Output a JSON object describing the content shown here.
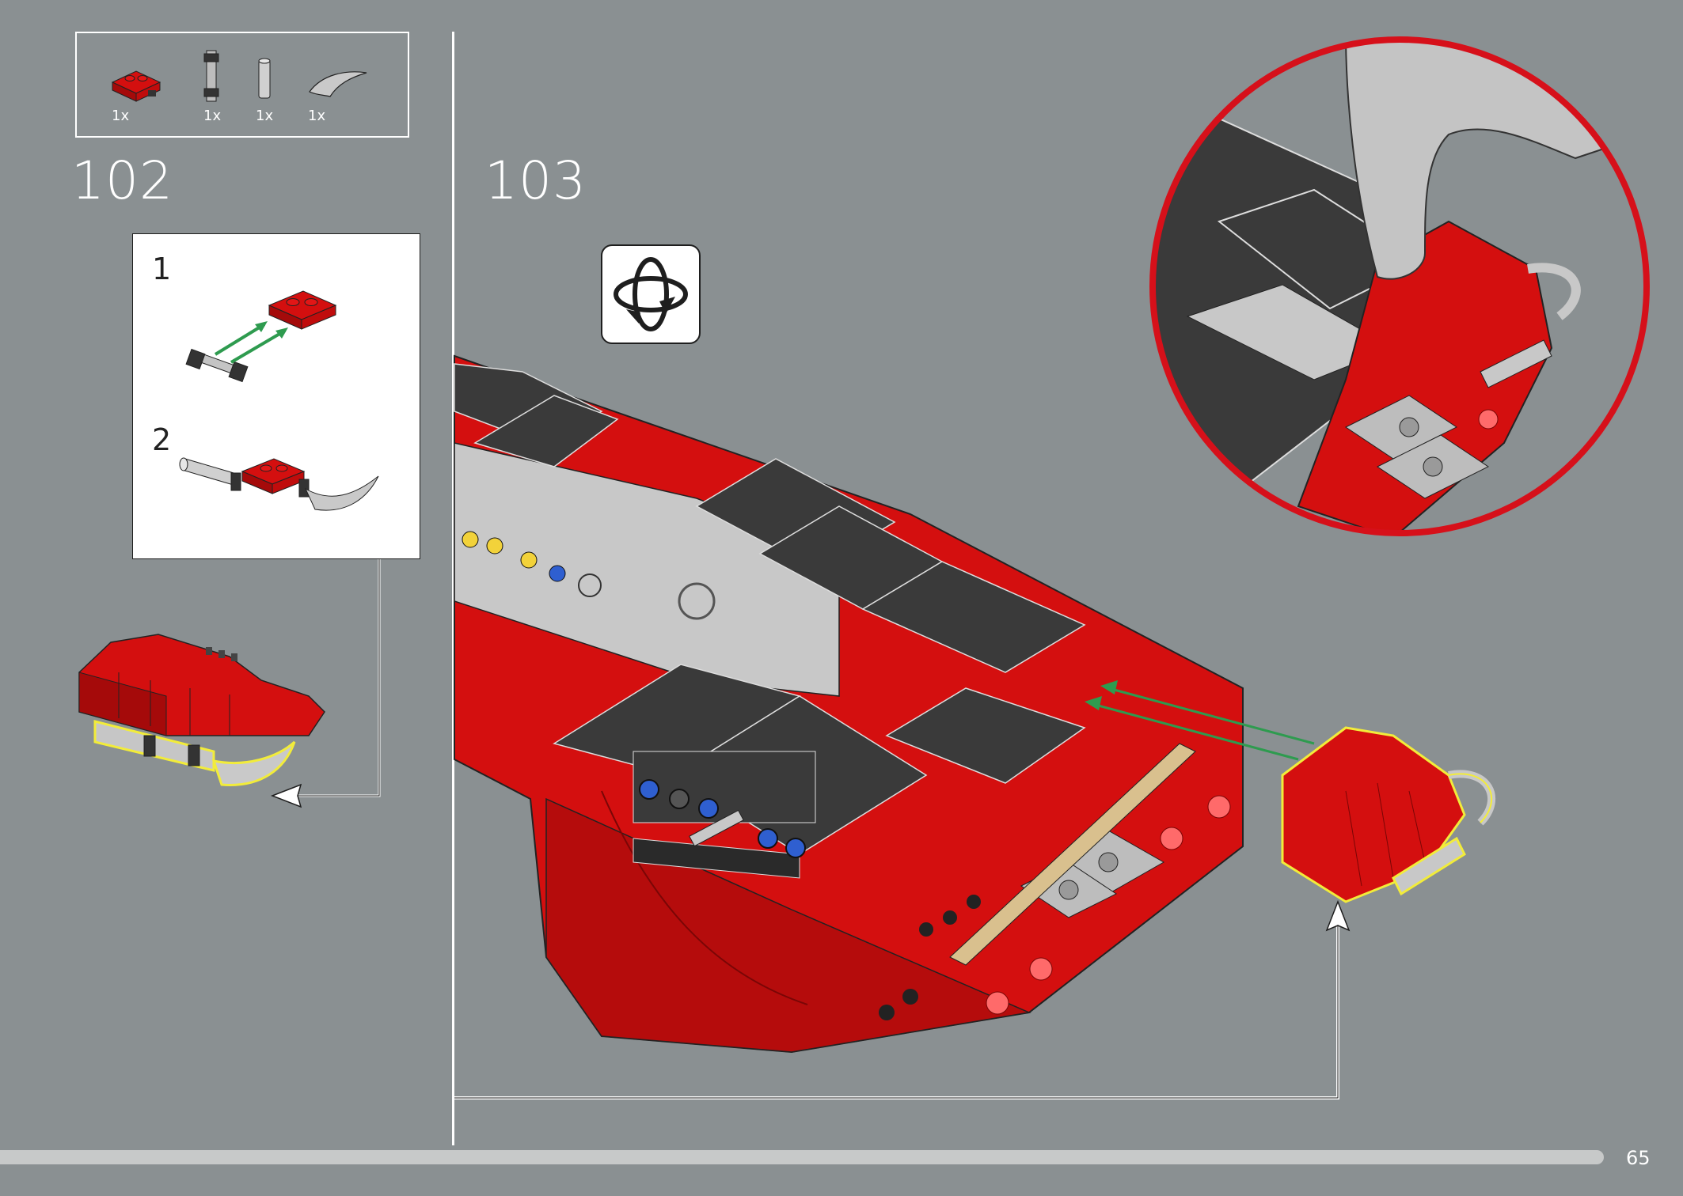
{
  "parts_list": {
    "items": [
      {
        "icon": "red-plate-with-clips-icon",
        "qty": "1x"
      },
      {
        "icon": "dark-gray-bar-with-stoppers-icon",
        "qty": "1x"
      },
      {
        "icon": "light-gray-bar-icon",
        "qty": "1x"
      },
      {
        "icon": "silver-curved-horn-icon",
        "qty": "1x"
      }
    ]
  },
  "steps": {
    "step_a": "102",
    "step_b": "103"
  },
  "substeps": {
    "first": "1",
    "second": "2"
  },
  "page": {
    "number": "65"
  },
  "colors": {
    "background": "#8a9092",
    "brick_red": "#d40f0f",
    "dark_gray": "#3a3a3a",
    "light_gray": "#c8c8c8",
    "callout_ring": "#d6101a",
    "arrow_green": "#2e9b4f",
    "highlight_yellow": "#f2ec3a"
  },
  "icons": {
    "rotate": "rotate-model-icon",
    "pointing_hand": "pointing-finger-icon"
  }
}
